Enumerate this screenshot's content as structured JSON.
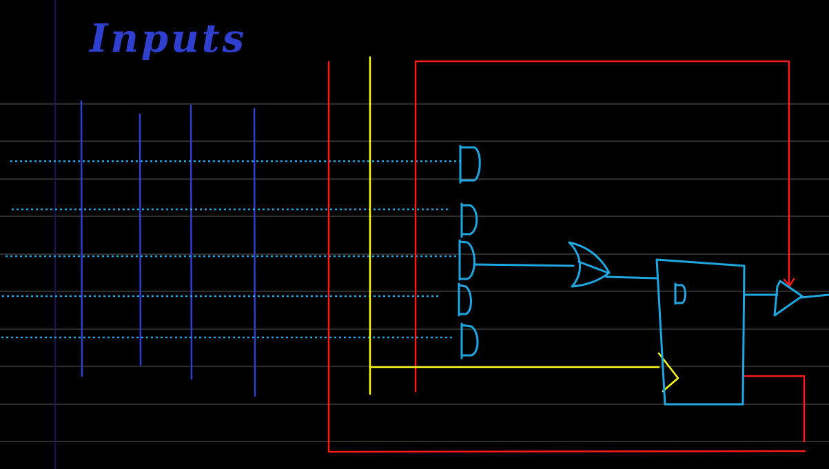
{
  "title": "Inputs",
  "colors": {
    "background": "#000000",
    "ruled_line": "#5a5a5a",
    "margin_line": "#1a1a7a",
    "input_line": "#2f3fd0",
    "signal": "#1ea7e1",
    "wire_red": "#ff1a1a",
    "wire_yellow": "#ffff1a",
    "label": "#2f3fd0"
  },
  "components": {
    "and_gates": 5,
    "or_gates": 1,
    "d_flip_flops": 1,
    "output_buffers": 1
  },
  "flip_flop": {
    "input_label": "D"
  }
}
